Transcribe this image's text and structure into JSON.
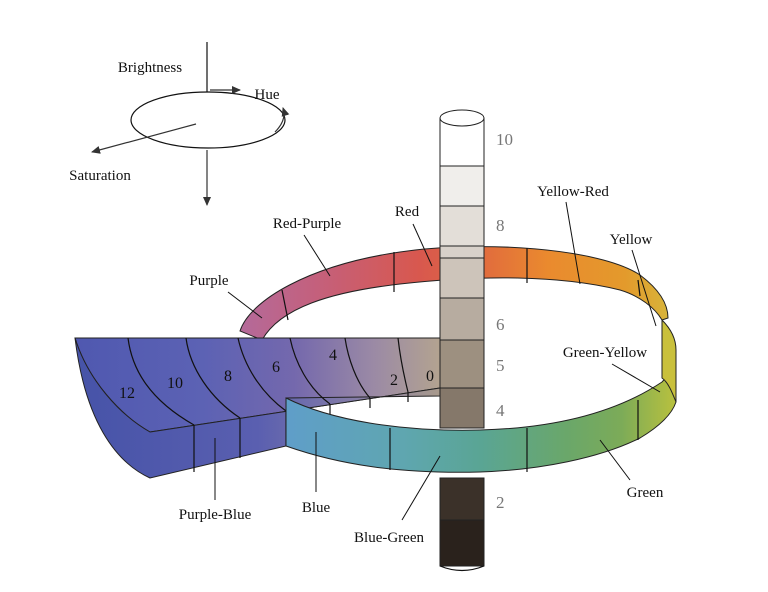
{
  "axes_key": {
    "brightness": "Brightness",
    "hue": "Hue",
    "saturation": "Saturation"
  },
  "hue_labels": {
    "red": "Red",
    "yellow_red": "Yellow-Red",
    "yellow": "Yellow",
    "green_yellow": "Green-Yellow",
    "green": "Green",
    "blue_green": "Blue-Green",
    "blue": "Blue",
    "purple_blue": "Purple-Blue",
    "purple": "Purple",
    "red_purple": "Red-Purple"
  },
  "value_scale": [
    "10",
    "8",
    "6",
    "5",
    "4",
    "2"
  ],
  "chroma_scale": [
    "0",
    "2",
    "4",
    "6",
    "8",
    "10",
    "12"
  ],
  "colors": {
    "red": "#d8584e",
    "yellow_red": "#ea8a2e",
    "yellow": "#d8b43a",
    "green_yellow": "#b9c13e",
    "green": "#7cab58",
    "blue_green": "#5aa594",
    "blue": "#5f9ec9",
    "purple_blue": "#5360b4",
    "purple": "#9b6aa8",
    "red_purple": "#c4607c"
  }
}
